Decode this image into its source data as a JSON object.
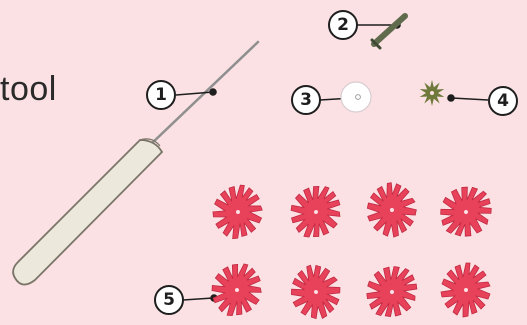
{
  "title_fragment": "tool",
  "callouts": {
    "c1": "1",
    "c2": "2",
    "c3": "3",
    "c4": "4",
    "c5": "5"
  },
  "icons": [
    "awl-tool",
    "metal-pin",
    "bead",
    "star-spacer",
    "paper-flower"
  ],
  "colors": {
    "background": "#fbe1e3",
    "flower": "#e8415a",
    "flower_edge": "#c02a42",
    "handle": "#ede8dc",
    "pin": "#5f6b4c"
  }
}
